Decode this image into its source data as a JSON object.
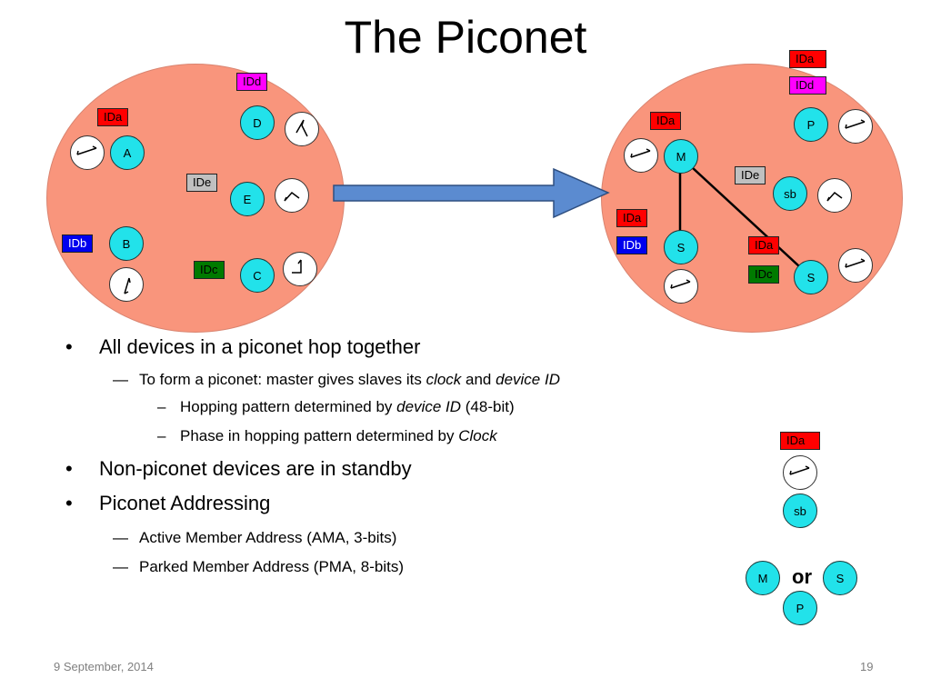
{
  "slide": {
    "title": "The Piconet",
    "footer_date": "9 September, 2014",
    "page_number": "19"
  },
  "colors": {
    "blob": "#f9957c",
    "node": "#22e2ea",
    "arrow": "#5b8bd0",
    "tag_a": "#ff0000",
    "tag_b": "#0000ee",
    "tag_c": "#007a00",
    "tag_d": "#ff00ff",
    "tag_e": "#c0c0c0"
  },
  "left_piconet": {
    "tags": {
      "a": "IDa",
      "b": "IDb",
      "c": "IDc",
      "d": "IDd",
      "e": "IDe"
    },
    "nodes": {
      "a": "A",
      "b": "B",
      "c": "C",
      "d": "D",
      "e": "E"
    }
  },
  "right_piconet": {
    "top_tags": {
      "a": "IDa",
      "d": "IDd"
    },
    "tags": {
      "master_a": "IDa",
      "e": "IDe",
      "slave1_a": "IDa",
      "slave1_b": "IDb",
      "slave2_a": "IDa",
      "slave2_c": "IDc"
    },
    "nodes": {
      "master": "M",
      "parked": "P",
      "standby": "sb",
      "slave1": "S",
      "slave2": "S"
    }
  },
  "bullets": {
    "item1": "All devices in a piconet hop together",
    "item1_sub1_pre": "To form a piconet: master gives slaves its ",
    "item1_sub1_clock": "clock",
    "item1_sub1_mid": " and ",
    "item1_sub1_devid": "device ID",
    "item1_sub1_sub1_pre": "Hopping pattern determined by ",
    "item1_sub1_sub1_devid": "device ID",
    "item1_sub1_sub1_post": " (48-bit)",
    "item1_sub1_sub2_pre": "Phase in hopping pattern determined by ",
    "item1_sub1_sub2_clock": "Clock",
    "item2": "Non-piconet devices are in standby",
    "item3": "Piconet Addressing",
    "item3_sub1": "Active Member Address (AMA, 3-bits)",
    "item3_sub2": "Parked Member Address (PMA, 8-bits)"
  },
  "markers": {
    "bullet": "•",
    "dash_level2": "—",
    "dash_level3": "–"
  },
  "legend": {
    "standby_tag": "IDa",
    "standby_node": "sb",
    "role_master": "M",
    "role_or": "or",
    "role_slave": "S",
    "role_parked": "P"
  }
}
